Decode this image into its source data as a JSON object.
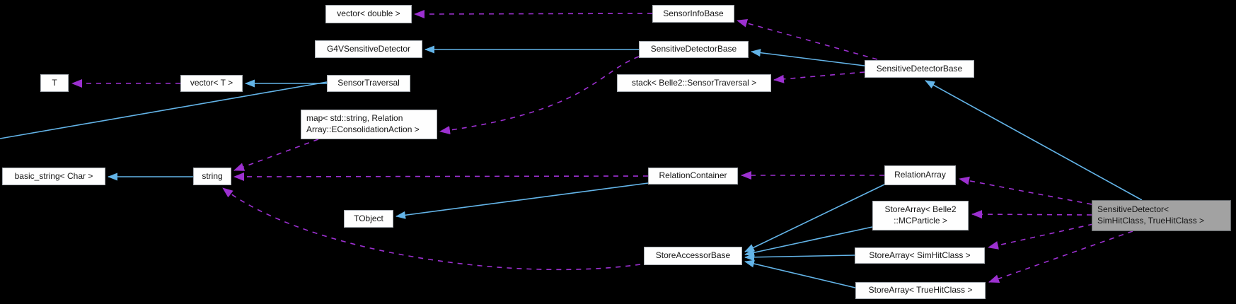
{
  "diagram": {
    "type": "doxygen-collaboration-graph",
    "background_color": "#000000",
    "colors": {
      "node_fill": "#fefefe",
      "node_border": "#a8adb3",
      "focal_fill": "#a2a2a2",
      "inheritance_edge": "#63b4e8",
      "usage_edge": "#9c30d0"
    },
    "nodes": {
      "vector_double": {
        "label": "vector< double >"
      },
      "sensor_info_base": {
        "label": "SensorInfoBase"
      },
      "g4v_sensitive_detector": {
        "label": "G4VSensitiveDetector"
      },
      "sensitive_detector_base_mid": {
        "label": "SensitiveDetectorBase"
      },
      "t": {
        "label": "T"
      },
      "vector_t": {
        "label": "vector< T >"
      },
      "sensor_traversal": {
        "label": "SensorTraversal"
      },
      "stack_sensor_traversal": {
        "label": "stack< Belle2::SensorTraversal >"
      },
      "sensitive_detector_base_right": {
        "label": "SensitiveDetectorBase"
      },
      "map_econsolidation": {
        "label": "map< std::string, Relation\nArray::EConsolidationAction >"
      },
      "basic_string_char": {
        "label": "basic_string< Char >"
      },
      "string": {
        "label": "string"
      },
      "relation_container": {
        "label": "RelationContainer"
      },
      "relation_array": {
        "label": "RelationArray"
      },
      "tobject": {
        "label": "TObject"
      },
      "store_array_mcparticle": {
        "label": "StoreArray< Belle2\n::MCParticle >"
      },
      "store_accessor_base": {
        "label": "StoreAccessorBase"
      },
      "store_array_simhit": {
        "label": "StoreArray< SimHitClass >"
      },
      "store_array_truehit": {
        "label": "StoreArray< TrueHitClass >"
      },
      "focal": {
        "label": "SensitiveDetector<\nSimHitClass, TrueHitClass >"
      }
    },
    "edges": [
      {
        "from": "SensitiveDetectorBase (middle)",
        "to": "G4VSensitiveDetector",
        "type": "inheritance"
      },
      {
        "from": "SensorTraversal",
        "to": "vector< T >",
        "type": "inheritance"
      },
      {
        "from": "string",
        "to": "basic_string< Char >",
        "type": "inheritance"
      },
      {
        "from": "SensitiveDetectorBase (right)",
        "to": "SensitiveDetectorBase (middle)",
        "type": "inheritance"
      },
      {
        "from": "SensitiveDetector< SimHitClass, TrueHitClass >",
        "to": "SensitiveDetectorBase (right)",
        "type": "inheritance"
      },
      {
        "from": "RelationContainer",
        "to": "TObject",
        "type": "inheritance"
      },
      {
        "from": "RelationArray",
        "to": "StoreAccessorBase",
        "type": "inheritance"
      },
      {
        "from": "StoreArray< Belle2::MCParticle >",
        "to": "StoreAccessorBase",
        "type": "inheritance"
      },
      {
        "from": "StoreArray< SimHitClass >",
        "to": "StoreAccessorBase",
        "type": "inheritance"
      },
      {
        "from": "StoreArray< TrueHitClass >",
        "to": "StoreAccessorBase",
        "type": "inheritance"
      },
      {
        "from": "(off-canvas)",
        "to": "SensorTraversal",
        "type": "inheritance"
      },
      {
        "from": "SensorInfoBase",
        "to": "vector< double >",
        "type": "usage"
      },
      {
        "from": "SensitiveDetectorBase (right)",
        "to": "SensorInfoBase",
        "type": "usage"
      },
      {
        "from": "SensitiveDetectorBase (right)",
        "to": "stack< Belle2::SensorTraversal >",
        "type": "usage"
      },
      {
        "from": "SensitiveDetectorBase (middle)",
        "to": "map< std::string, RelationArray::EConsolidationAction >",
        "type": "usage"
      },
      {
        "from": "map< std::string, RelationArray::EConsolidationAction >",
        "to": "string",
        "type": "usage"
      },
      {
        "from": "RelationContainer",
        "to": "string",
        "type": "usage"
      },
      {
        "from": "StoreAccessorBase",
        "to": "string",
        "type": "usage"
      },
      {
        "from": "RelationArray",
        "to": "RelationContainer",
        "type": "usage"
      },
      {
        "from": "vector< T >",
        "to": "T",
        "type": "usage"
      },
      {
        "from": "SensitiveDetector< SimHitClass, TrueHitClass >",
        "to": "RelationArray",
        "type": "usage"
      },
      {
        "from": "SensitiveDetector< SimHitClass, TrueHitClass >",
        "to": "StoreArray< Belle2::MCParticle >",
        "type": "usage"
      },
      {
        "from": "SensitiveDetector< SimHitClass, TrueHitClass >",
        "to": "StoreArray< SimHitClass >",
        "type": "usage"
      },
      {
        "from": "SensitiveDetector< SimHitClass, TrueHitClass >",
        "to": "StoreArray< TrueHitClass >",
        "type": "usage"
      }
    ]
  }
}
